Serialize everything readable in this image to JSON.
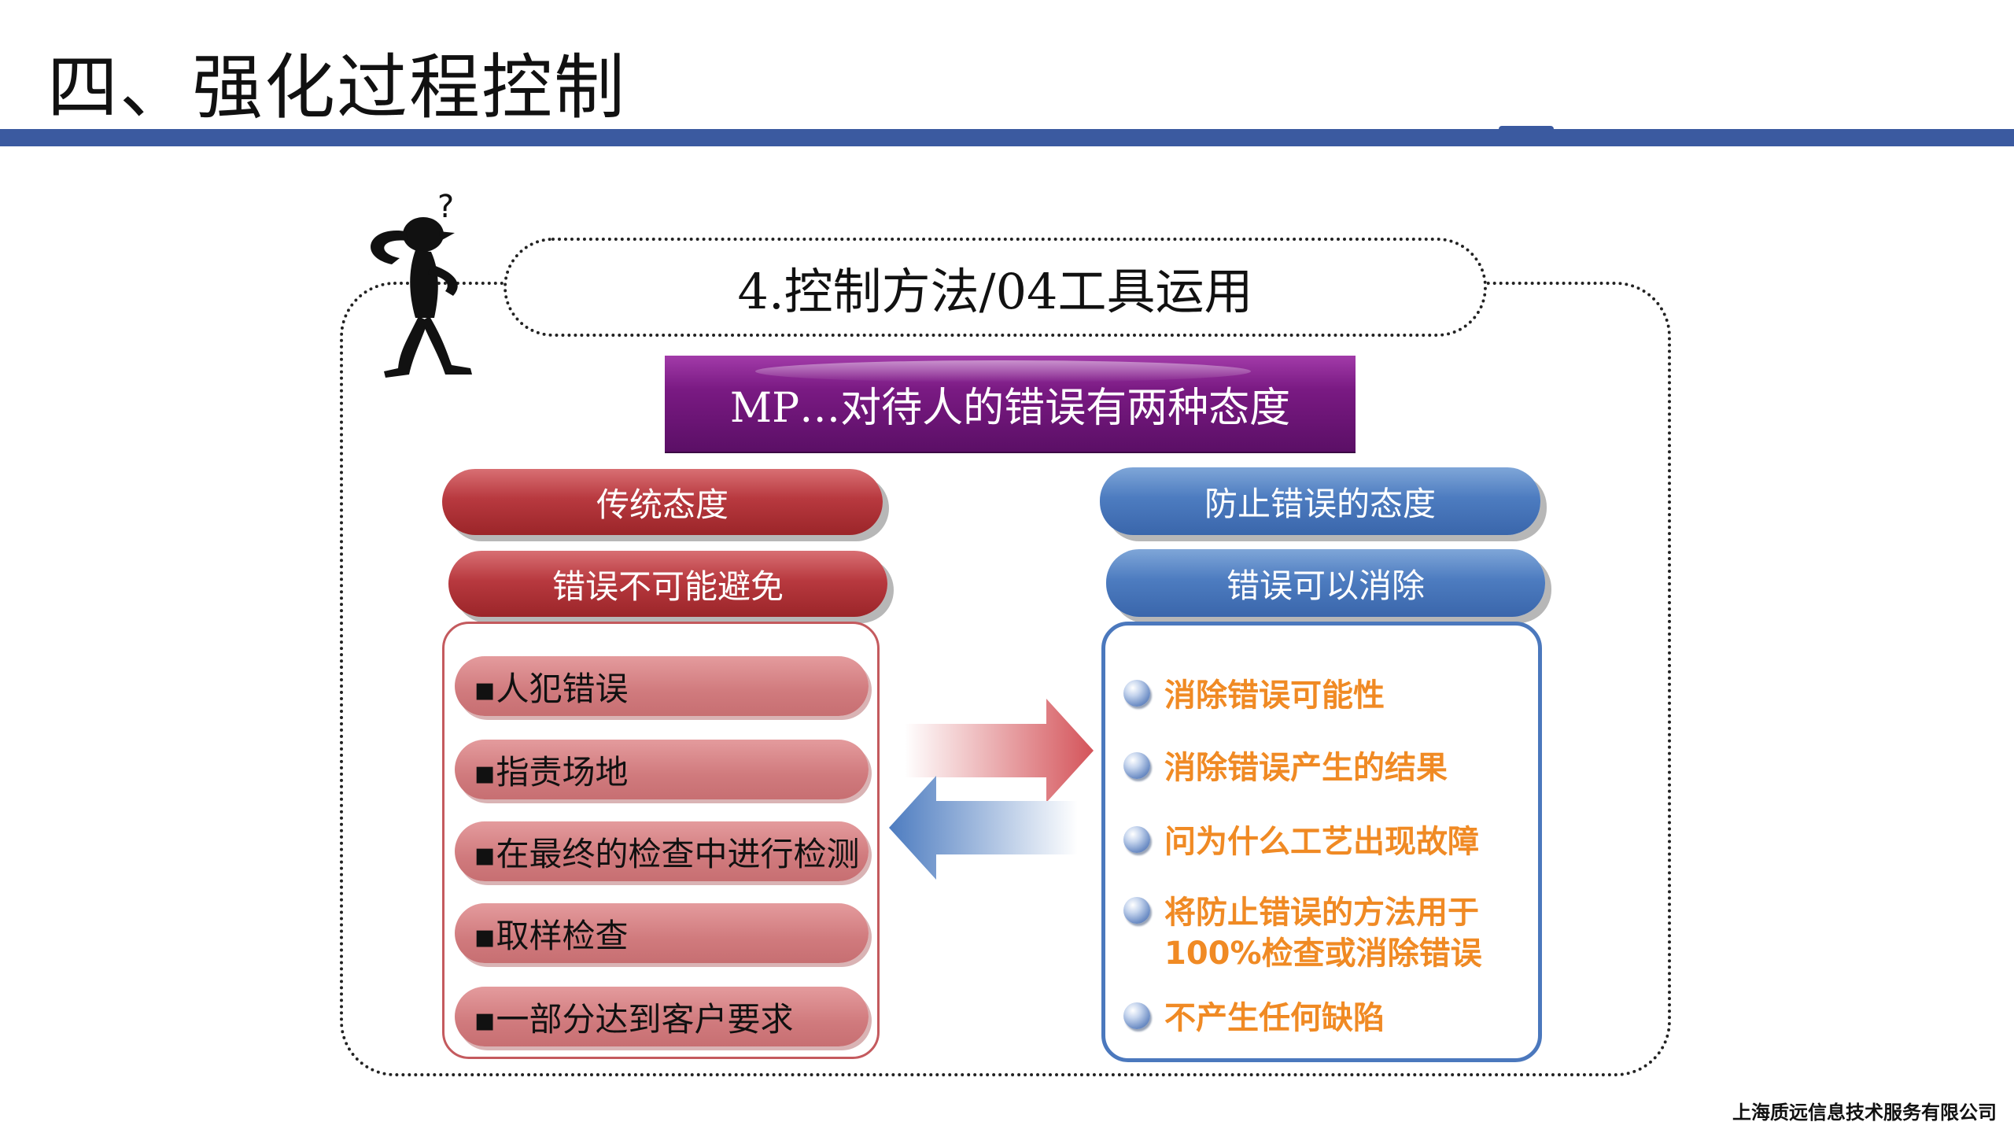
{
  "page": {
    "title": "四、强化过程控制",
    "heading": "4.控制方法/04工具运用",
    "banner": "MP…对待人的错误有两种态度",
    "footer": "上海质远信息技术服务有限公司"
  },
  "left": {
    "header": "传统态度",
    "subheader": "错误不可能避免",
    "items": [
      "▪人犯错误",
      "▪指责场地",
      "▪在最终的检查中进行检测",
      "▪取样检查",
      "▪一部分达到客户要求"
    ]
  },
  "right": {
    "header": "防止错误的态度",
    "subheader": "错误可以消除",
    "items": [
      "消除错误可能性",
      "消除错误产生的结果",
      "问为什么工艺出现故障",
      "将防止错误的方法用于100%检查或消除错误",
      "不产生任何缺陷"
    ]
  },
  "colors": {
    "rule": "#3b5aa0",
    "banner": "#6d1677",
    "left_accent": "#b8393f",
    "right_accent": "#4d7cc0",
    "right_text": "#f08a24"
  },
  "icons": {
    "figure": "thinking-person-icon",
    "arrows": "exchange-arrows-icon",
    "bullet": "sphere-bullet-icon"
  }
}
